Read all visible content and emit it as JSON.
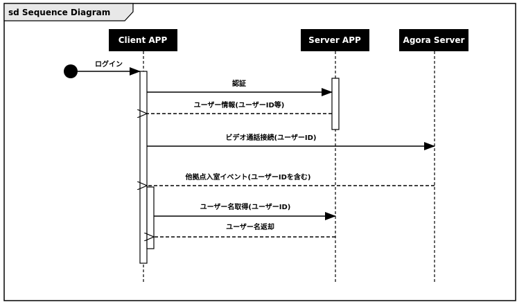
{
  "frame": {
    "title": "sd Sequence Diagram"
  },
  "participants": [
    {
      "id": "client",
      "label": "Client APP"
    },
    {
      "id": "server",
      "label": "Server APP"
    },
    {
      "id": "agora",
      "label": "Agora Server"
    }
  ],
  "messages": [
    {
      "id": "m0",
      "label": "ログイン",
      "from": "start",
      "to": "client",
      "kind": "sync"
    },
    {
      "id": "m1",
      "label": "認証",
      "from": "client",
      "to": "server",
      "kind": "sync"
    },
    {
      "id": "m2",
      "label": "ユーザー情報(ユーザーID等)",
      "from": "server",
      "to": "client",
      "kind": "reply"
    },
    {
      "id": "m3",
      "label": "ビデオ通話接続(ユーザーID)",
      "from": "client",
      "to": "agora",
      "kind": "sync"
    },
    {
      "id": "m4",
      "label": "他拠点入室イベント(ユーザーIDを含む)",
      "from": "agora",
      "to": "client",
      "kind": "reply"
    },
    {
      "id": "m5",
      "label": "ユーザー名取得(ユーザーID)",
      "from": "client",
      "to": "server",
      "kind": "sync"
    },
    {
      "id": "m6",
      "label": "ユーザー名返却",
      "from": "server",
      "to": "client",
      "kind": "reply"
    }
  ]
}
